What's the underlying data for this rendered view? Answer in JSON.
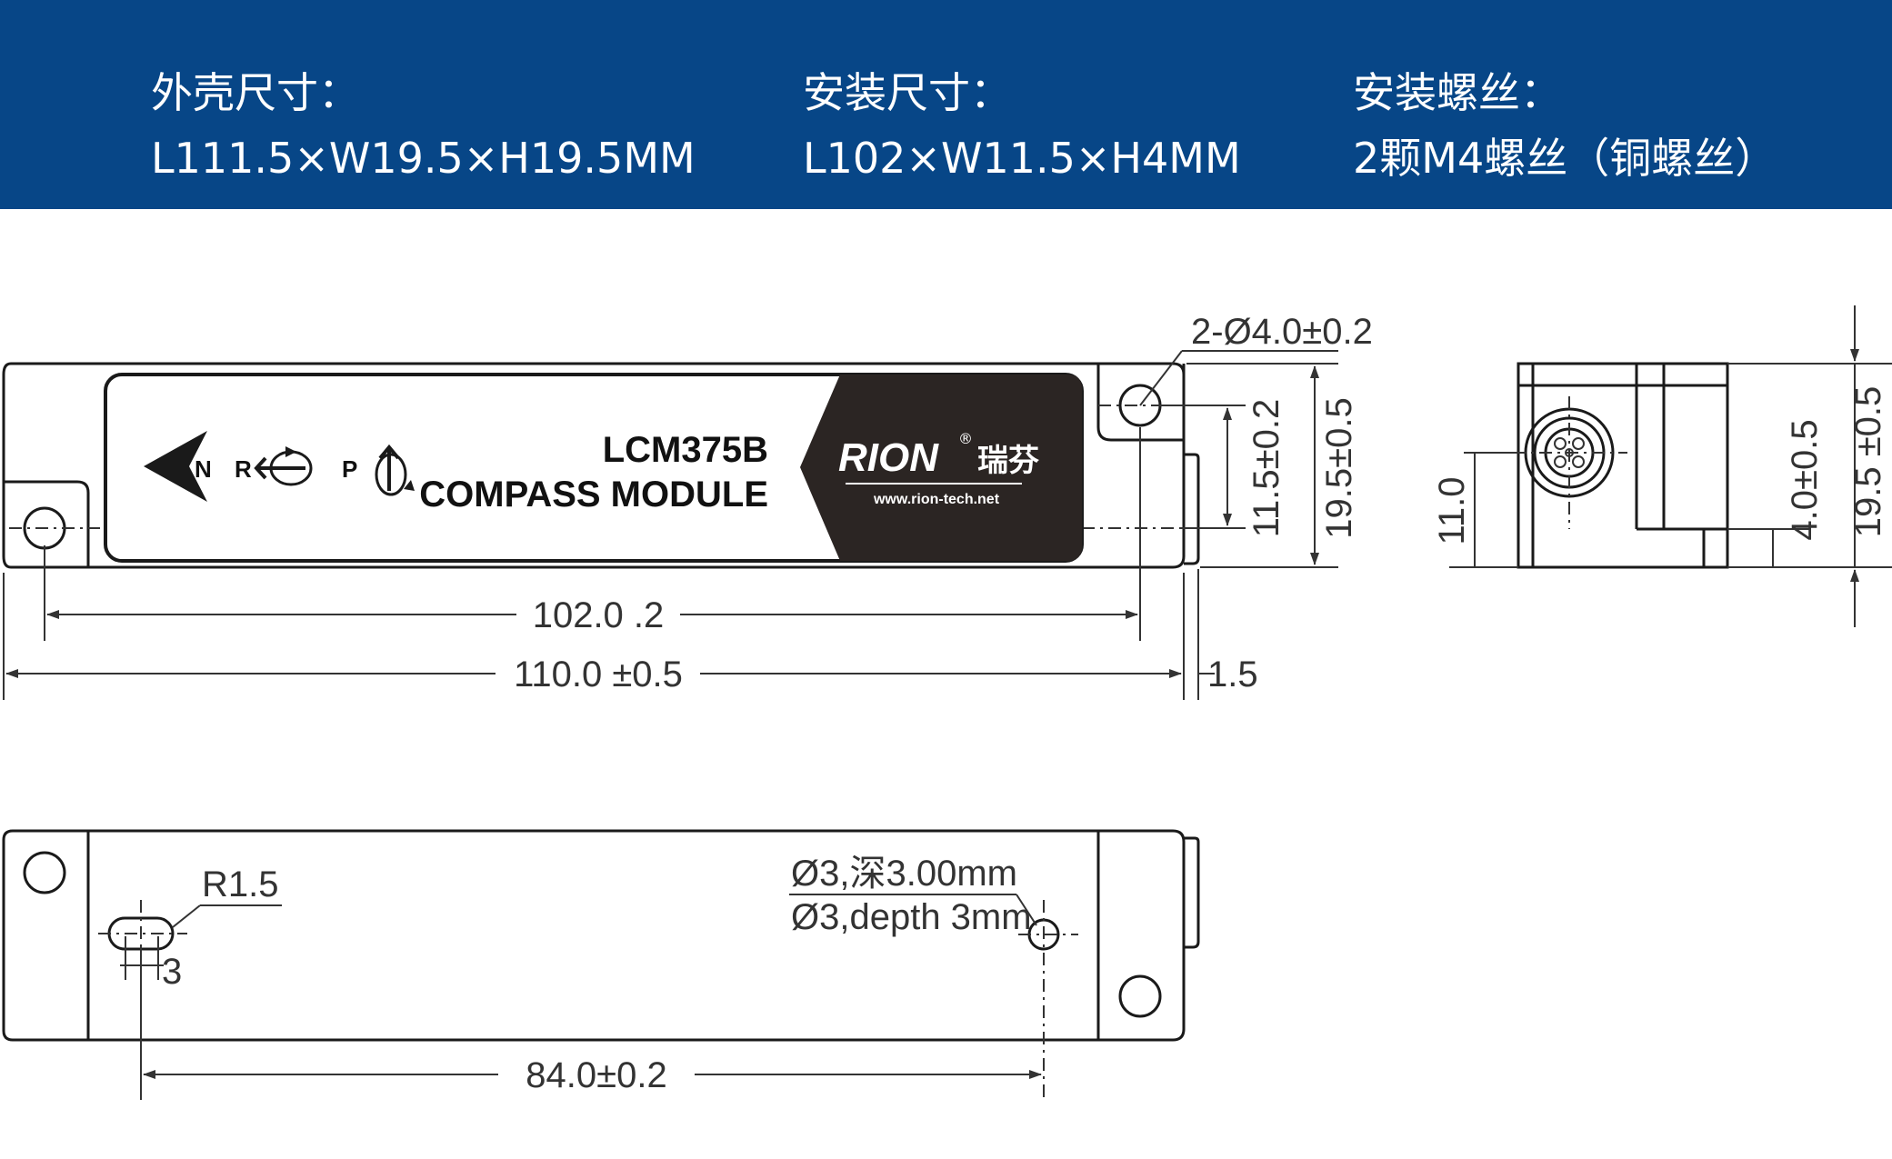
{
  "header": {
    "housing_label": "外壳尺寸：",
    "housing_value": "L111.5×W19.5×H19.5MM",
    "install_label": "安装尺寸：",
    "install_value": "L102×W11.5×H4MM",
    "screw_label": "安装螺丝：",
    "screw_value": "2颗M4螺丝（铜螺丝）"
  },
  "product_label": {
    "model": "LCM375B",
    "name": "COMPASS  MODULE",
    "brand": "RION",
    "brand_cn": "瑞芬",
    "registered": "®",
    "website": "www.rion-tech.net",
    "n_letter": "N",
    "r_letter": "R",
    "p_letter": "P"
  },
  "dimensions": {
    "holes": "2-Ø4.0±0.2",
    "mount_span": "102.0 .2",
    "overall_length": "110.0 ±0.5",
    "connector_protrusion": "1.5",
    "mount_height": "11.5±0.2",
    "body_height": "19.5±0.5",
    "side_connector_height": "11.0",
    "side_foot": "4.0±0.5",
    "side_total": "19.5 ±0.5",
    "slot_radius": "R1.5",
    "slot_width": "3",
    "pin_hole_cn": "Ø3,深3.00mm",
    "pin_hole_en": "Ø3,depth 3mm",
    "bottom_span": "84.0±0.2"
  },
  "colors": {
    "banner": "#074687",
    "label_dark": "#2b2523",
    "line": "#1a1a1a"
  }
}
